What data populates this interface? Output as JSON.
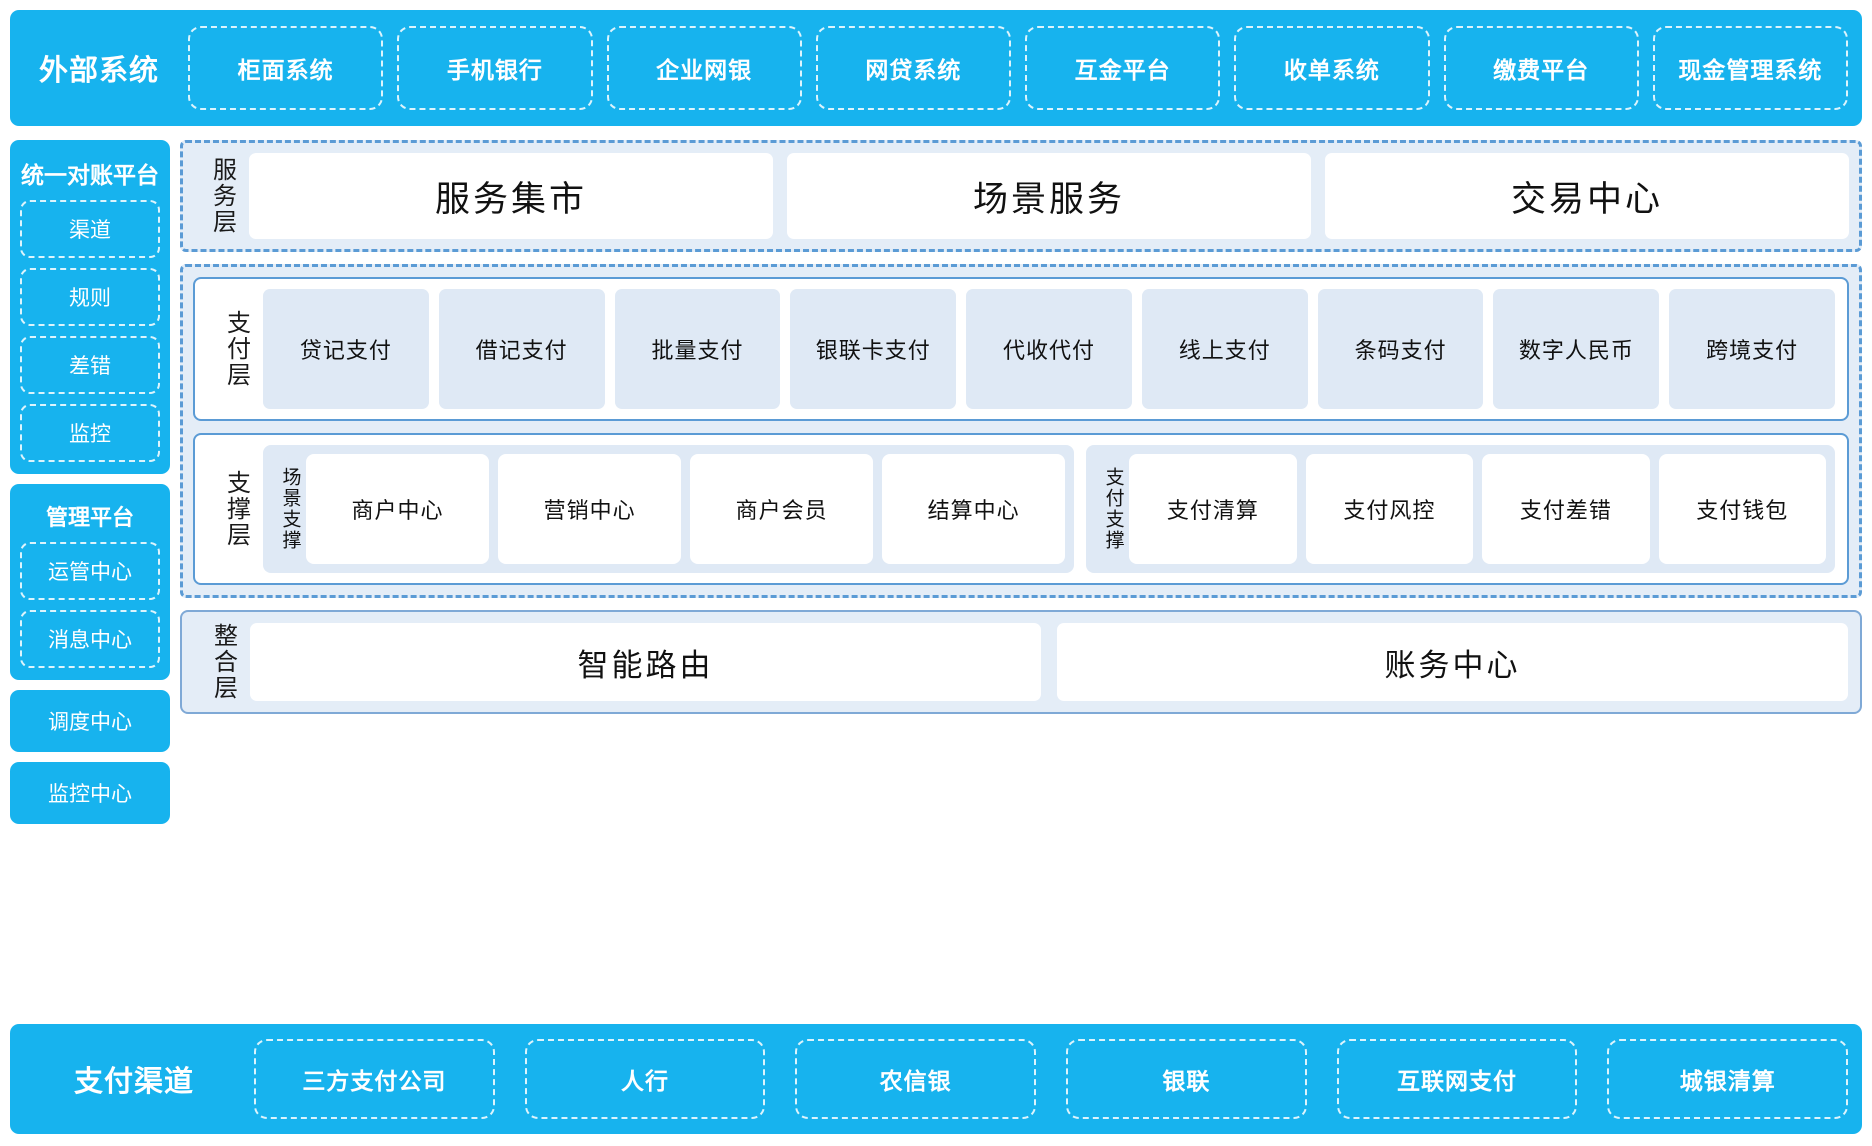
{
  "external_systems": {
    "title": "外部系统",
    "items": [
      "柜面系统",
      "手机银行",
      "企业网银",
      "网贷系统",
      "互金平台",
      "收单系统",
      "缴费平台",
      "现金管理系统"
    ]
  },
  "left_column": {
    "reconciliation_platform": {
      "title": "统一对账平台",
      "items": [
        "渠道",
        "规则",
        "差错",
        "监控"
      ]
    },
    "management_platform": {
      "title": "管理平台",
      "items": [
        "运管中心",
        "消息中心"
      ]
    },
    "standalone": [
      "调度中心",
      "监控中心"
    ]
  },
  "service_layer": {
    "label": "服务层",
    "cards": [
      "服务集市",
      "场景服务",
      "交易中心"
    ]
  },
  "payment_layer": {
    "label": "支付层",
    "tiles": [
      "贷记支付",
      "借记支付",
      "批量支付",
      "银联卡支付",
      "代收代付",
      "线上支付",
      "条码支付",
      "数字人民币",
      "跨境支付"
    ]
  },
  "support_layer": {
    "label": "支撑层",
    "groups": [
      {
        "label": "场景支撑",
        "items": [
          "商户中心",
          "营销中心",
          "商户会员",
          "结算中心"
        ]
      },
      {
        "label": "支付支撑",
        "items": [
          "支付清算",
          "支付风控",
          "支付差错",
          "支付钱包"
        ]
      }
    ]
  },
  "integration_layer": {
    "label": "整合层",
    "cards": [
      "智能路由",
      "账务中心"
    ]
  },
  "payment_channels": {
    "title": "支付渠道",
    "items": [
      "三方支付公司",
      "人行",
      "农信银",
      "银联",
      "互联网支付",
      "城银清算"
    ]
  },
  "colors": {
    "brand_blue": "#17b3ee",
    "panel_border": "#5b9bd5",
    "panel_fill": "#e4edf7",
    "tile_fill": "#dfe9f5",
    "card_white": "#ffffff"
  }
}
